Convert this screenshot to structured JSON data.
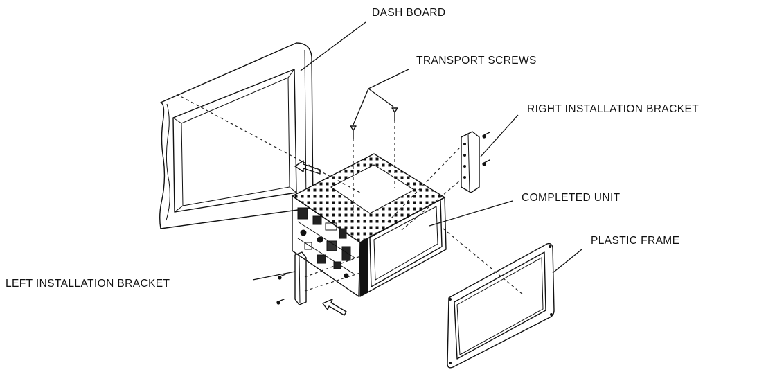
{
  "labels": {
    "dash_board": "DASH BOARD",
    "transport_screws": "TRANSPORT SCREWS",
    "right_bracket": "RIGHT INSTALLATION BRACKET",
    "completed_unit": "COMPLETED UNIT",
    "plastic_frame": "PLASTIC FRAME",
    "left_bracket": "LEFT INSTALLATION BRACKET"
  }
}
